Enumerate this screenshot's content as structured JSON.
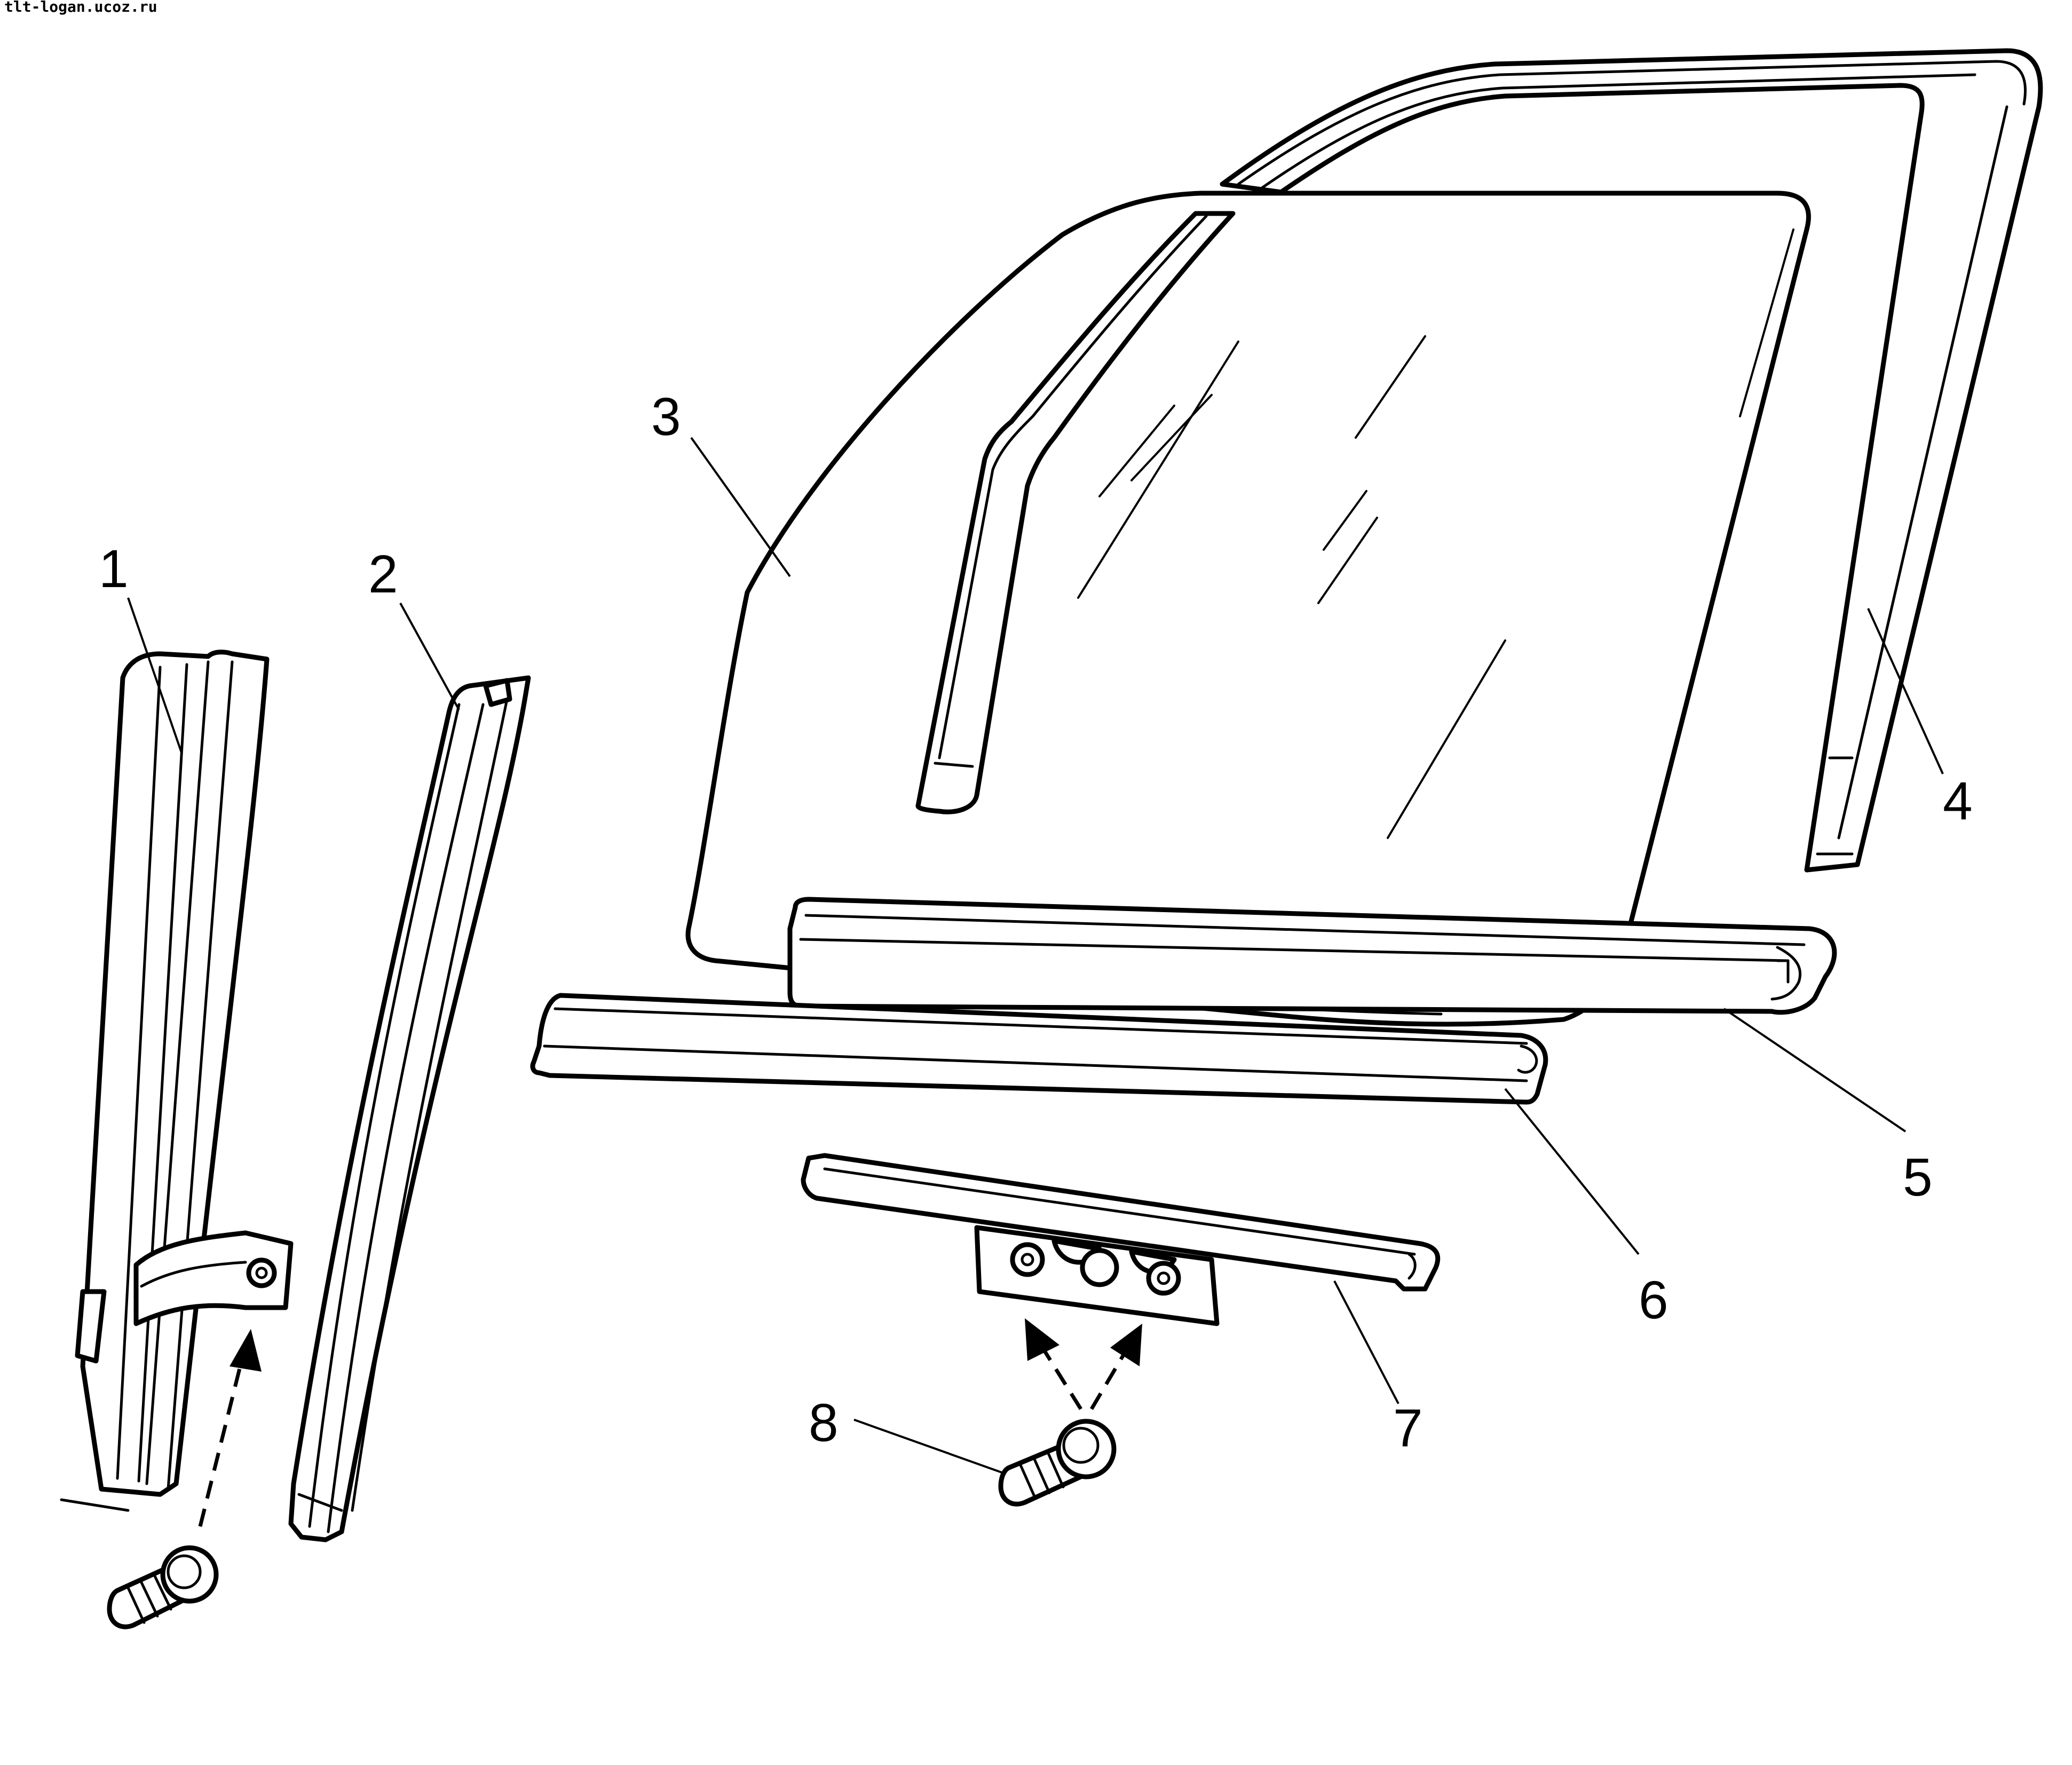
{
  "watermark": "tlt-logan.ucoz.ru",
  "callouts": [
    "1",
    "2",
    "3",
    "4",
    "5",
    "6",
    "7",
    "8"
  ],
  "colors": {
    "line": "#000000",
    "background": "#ffffff"
  }
}
